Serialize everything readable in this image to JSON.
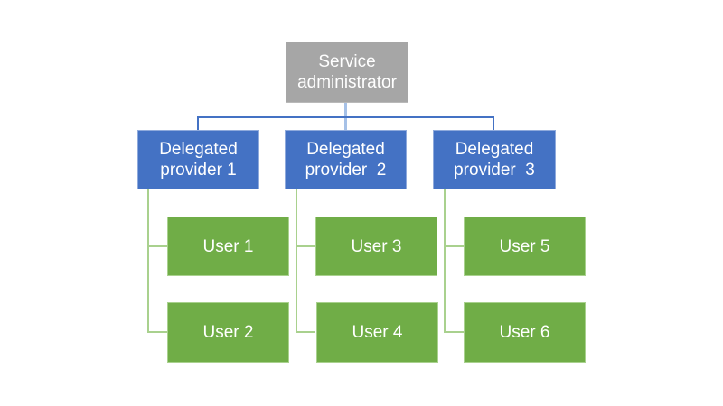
{
  "diagram": {
    "type": "org-chart",
    "root": {
      "label": "Service administrator",
      "fill": "#a6a6a6",
      "text_color": "#ffffff"
    },
    "providers": [
      {
        "label": "Delegated provider 1",
        "fill": "#4472c4",
        "users": [
          {
            "label": "User 1"
          },
          {
            "label": "User 2"
          }
        ]
      },
      {
        "label": "Delegated provider  2",
        "fill": "#4472c4",
        "users": [
          {
            "label": "User 3"
          },
          {
            "label": "User 4"
          }
        ]
      },
      {
        "label": "Delegated provider  3",
        "fill": "#4472c4",
        "users": [
          {
            "label": "User 5"
          },
          {
            "label": "User 6"
          }
        ]
      }
    ],
    "user_fill": "#70ad47",
    "connector_colors": {
      "root_to_provider2_straight": "#a6c1e7",
      "root_elbow": "#4472c4",
      "provider_to_user": "#a9d18e"
    },
    "background": "#ffffff"
  }
}
